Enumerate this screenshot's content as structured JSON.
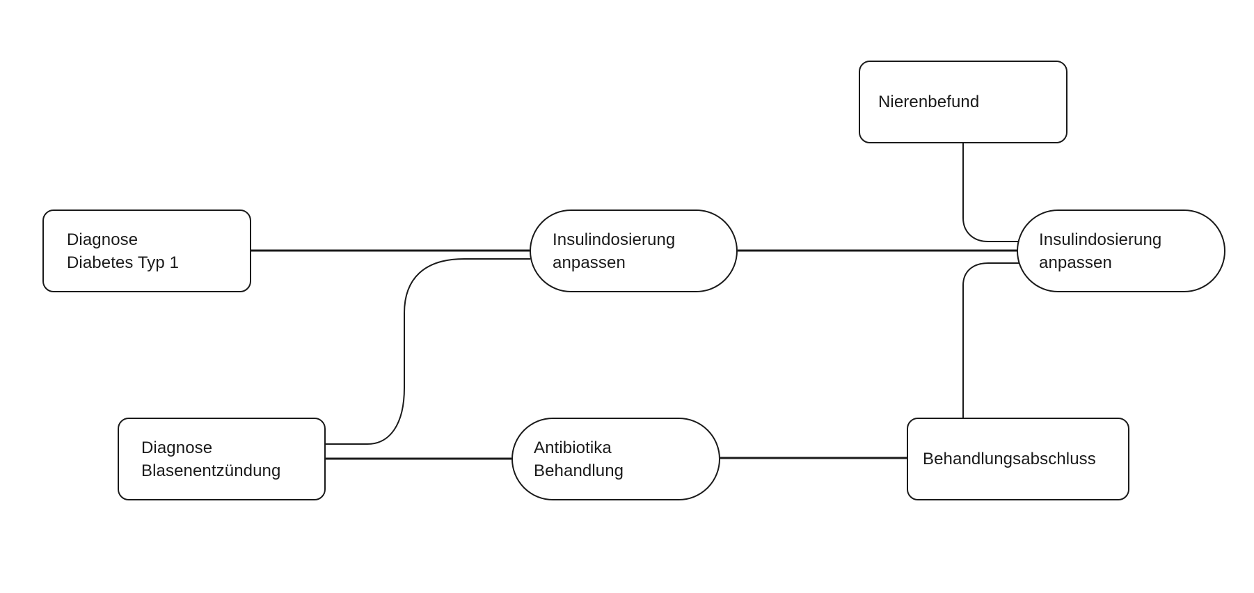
{
  "diagram": {
    "type": "flow-diagram",
    "nodes": [
      {
        "id": "n1",
        "shape": "rounded-rect",
        "lines": [
          "Diagnose",
          "Diabetes Typ 1"
        ]
      },
      {
        "id": "n2",
        "shape": "pill",
        "lines": [
          "Insulindosierung",
          "anpassen"
        ]
      },
      {
        "id": "n3",
        "shape": "rounded-rect",
        "lines": [
          "Nierenbefund"
        ]
      },
      {
        "id": "n4",
        "shape": "pill",
        "lines": [
          "Insulindosierung",
          "anpassen"
        ]
      },
      {
        "id": "n5",
        "shape": "rounded-rect",
        "lines": [
          "Diagnose",
          "Blasenentzündung"
        ]
      },
      {
        "id": "n6",
        "shape": "pill",
        "lines": [
          "Antibiotika",
          "Behandlung"
        ]
      },
      {
        "id": "n7",
        "shape": "rounded-rect",
        "lines": [
          "Behandlungsabschluss"
        ]
      }
    ],
    "edges": [
      {
        "from": "n1",
        "to": "n2"
      },
      {
        "from": "n5",
        "to": "n2"
      },
      {
        "from": "n2",
        "to": "n4"
      },
      {
        "from": "n3",
        "to": "n4"
      },
      {
        "from": "n7",
        "to": "n4"
      },
      {
        "from": "n5",
        "to": "n6"
      },
      {
        "from": "n6",
        "to": "n7"
      }
    ],
    "stroke_color": "#1a1a1a",
    "background_color": "#ffffff"
  }
}
